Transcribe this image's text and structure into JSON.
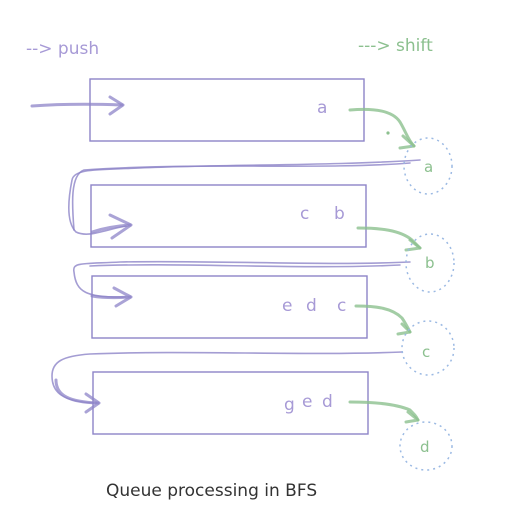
{
  "legend": {
    "push": "--> push",
    "shift": "---> shift"
  },
  "queues": [
    {
      "items": [
        "a"
      ]
    },
    {
      "items": [
        "c",
        "b"
      ]
    },
    {
      "items": [
        "e",
        "d",
        "c"
      ]
    },
    {
      "items": [
        "g",
        "e",
        "d"
      ]
    }
  ],
  "outputs": [
    "a",
    "b",
    "c",
    "d"
  ],
  "caption": "Queue processing in BFS",
  "colors": {
    "push": "#a79ad6",
    "shift": "#8cc08f",
    "box": "#8d84c8",
    "circle": "#9bb9e3"
  }
}
